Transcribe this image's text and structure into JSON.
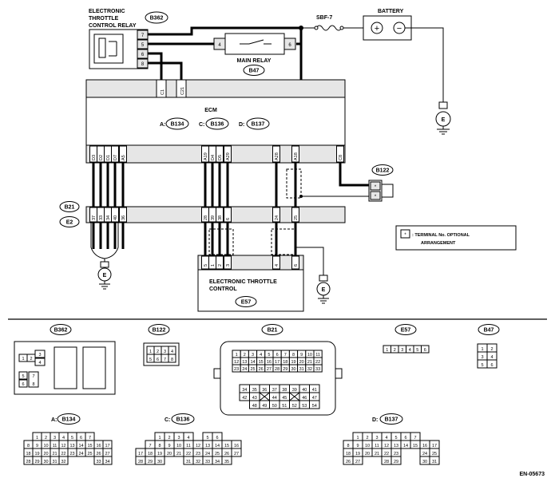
{
  "relay_etc": {
    "title_l1": "ELECTRONIC",
    "title_l2": "THROTTLE",
    "title_l3": "CONTROL RELAY",
    "connector": "B362",
    "pins": [
      "7",
      "5",
      "6",
      "8"
    ]
  },
  "fuse": "SBF-7",
  "battery": {
    "title": "BATTERY",
    "plus": "+",
    "minus": "−"
  },
  "main_relay": {
    "title": "MAIN RELAY",
    "connector": "B47",
    "pin_left": "4",
    "pin_right": "6"
  },
  "ecm": {
    "title": "ECM",
    "conn_a_prefix": "A:",
    "conn_a": "B134",
    "conn_c_prefix": "C:",
    "conn_c": "B136",
    "conn_d_prefix": "D:",
    "conn_d": "B137",
    "top_pins": [
      "C1",
      "C21"
    ],
    "bottom_pins": [
      "D3",
      "D2",
      "D1",
      "D7",
      "A5",
      "A19",
      "D4",
      "D5",
      "A29",
      "A28",
      "A18",
      "C8"
    ]
  },
  "b122": {
    "connector": "B122",
    "star": "*"
  },
  "b21": {
    "connector": "B21",
    "connector2": "E2",
    "pins": [
      "37",
      "33",
      "34",
      "40",
      "36",
      "28",
      "39",
      "38",
      "6",
      "24",
      "25"
    ]
  },
  "legend": {
    "star": "*",
    "text_l1": ": TERMINAL No. OPTIONAL",
    "text_l2": "ARRANGEMENT"
  },
  "ground": "E",
  "etc": {
    "title_l1": "ELECTRONIC THROTTLE",
    "title_l2": "CONTROL",
    "connector": "E57",
    "pins": [
      "5",
      "1",
      "2",
      "3",
      "4",
      "6"
    ]
  },
  "bottom": {
    "b362_label": "B362",
    "b362_pins": [
      "1",
      "2",
      "3",
      "4",
      "5",
      "6",
      "7",
      "8"
    ],
    "b122_label": "B122",
    "b122_pins": [
      "1",
      "2",
      "3",
      "4",
      "5",
      "6",
      "7",
      "8"
    ],
    "b21_label": "B21",
    "e57_label": "E57",
    "e57_pins": [
      "1",
      "2",
      "3",
      "4",
      "5",
      "6"
    ],
    "b47_label": "B47",
    "b47_pins": [
      "1",
      "2",
      "3",
      "4",
      "5",
      "6"
    ],
    "b134_prefix": "A:",
    "b134_label": "B134",
    "b136_prefix": "C:",
    "b136_label": "B136",
    "b137_prefix": "D:",
    "b137_label": "B137",
    "doc_id": "EN-05673"
  }
}
